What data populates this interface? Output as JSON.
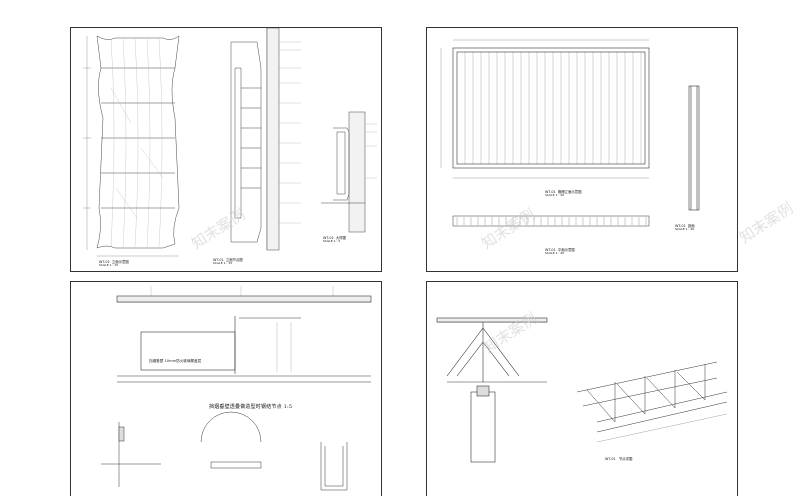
{
  "watermark": {
    "text": "知末案例"
  },
  "sheets": {
    "tl": {
      "details": [
        {
          "code": "WT-01",
          "title": "立面示意图",
          "scale": "SCALE  1 : 15"
        },
        {
          "code": "WT-01",
          "title": "立面节点图",
          "scale": "SCALE  1 : 15"
        },
        {
          "code": "WT-01",
          "title": "大样图",
          "scale": "SCALE  1 : 5"
        }
      ]
    },
    "tr": {
      "details": [
        {
          "code": "WT-01",
          "title": "格栅立面示意图",
          "scale": "SCALE  1 : 20"
        },
        {
          "code": "WT-01",
          "title": "剖面",
          "scale": "SCALE  1 : 20"
        },
        {
          "code": "WT-01",
          "title": "平面示意图",
          "scale": "SCALE  1 : 20"
        }
      ]
    },
    "bl": {
      "title": "挡烟垂壁透叠做造型时钢结节点 1:5",
      "note": "挡烟垂壁 10mm防火玻璃覆盖层"
    },
    "br": {
      "details": [
        {
          "code": "WT-01",
          "title": "节点详图"
        }
      ]
    }
  }
}
